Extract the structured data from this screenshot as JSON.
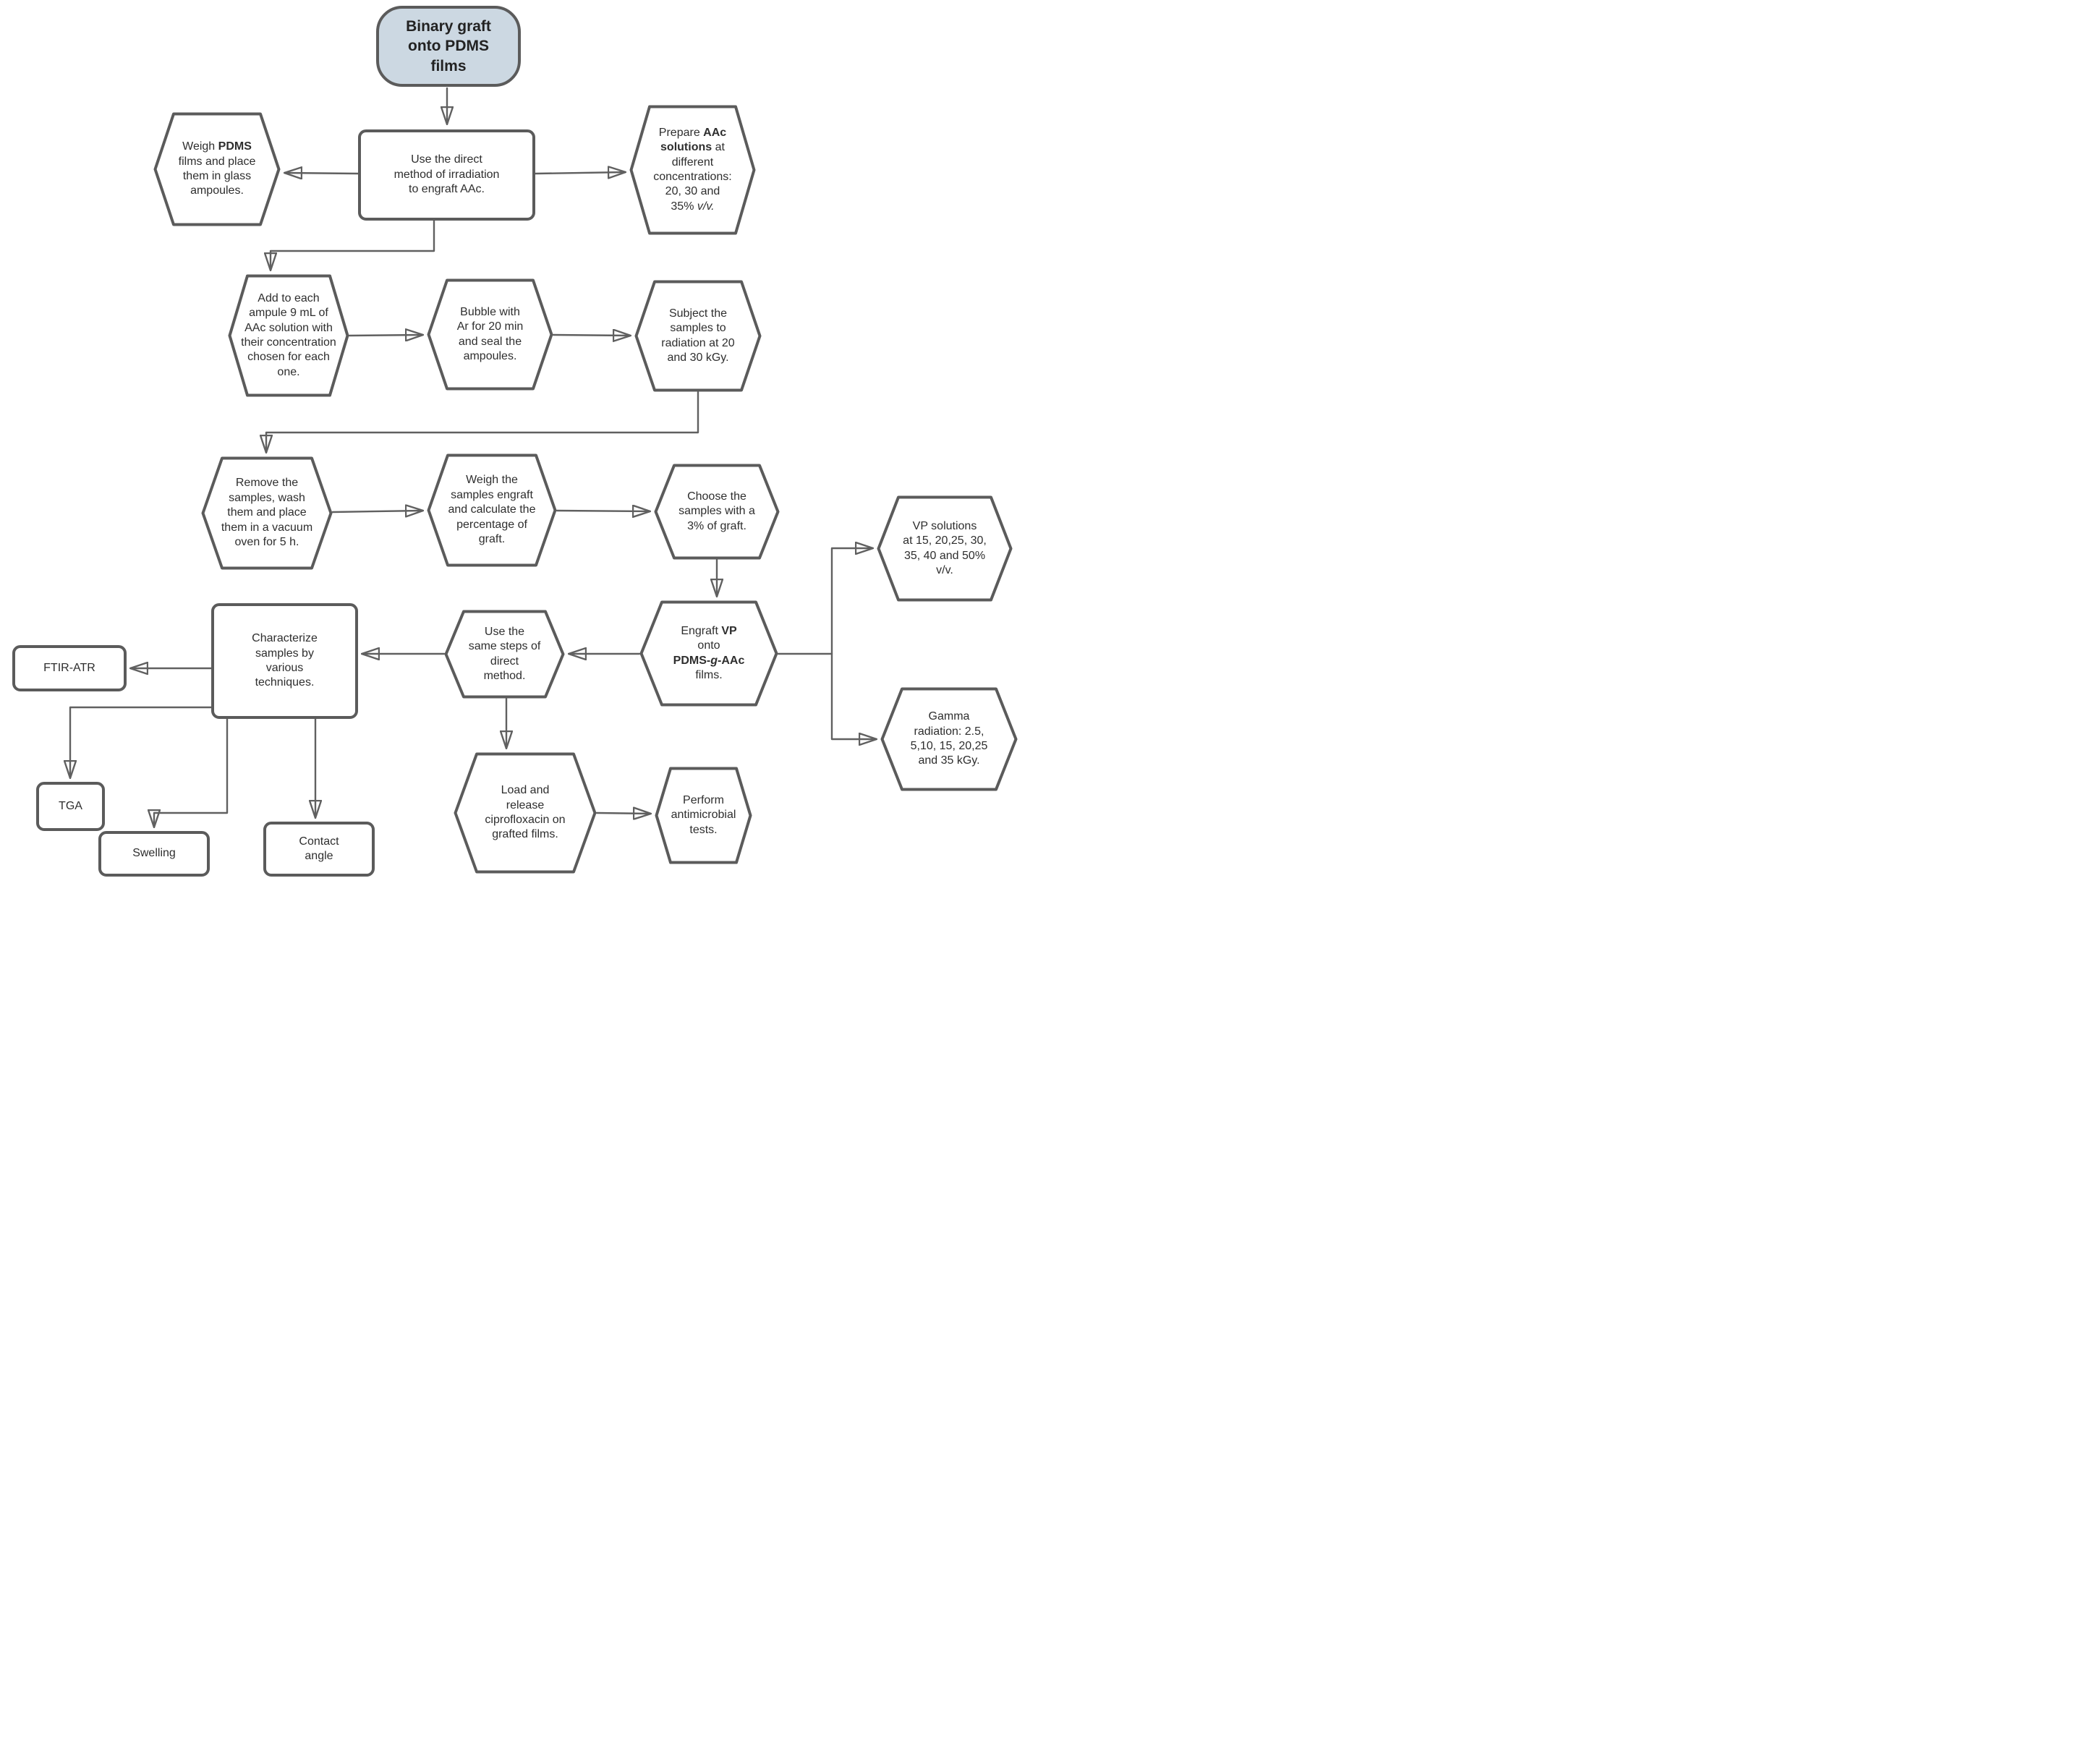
{
  "palette": {
    "node_border": "#5b5b5b",
    "connector": "#606060",
    "text": "#2e2e2e",
    "title_fill": "#ccd8e2",
    "node_fill": "#ffffff",
    "background": "#ffffff"
  },
  "nodes": {
    "title": {
      "text": "Binary graft\nonto PDMS\nfilms"
    },
    "weigh_pdms": {
      "p0": "Weigh ",
      "b0": "PDMS",
      "p1": "\nfilms and place\nthem in glass\nampoules."
    },
    "direct_method": {
      "text": "Use the direct\nmethod of irradiation\nto engraft AAc."
    },
    "prepare_aac": {
      "p0": "Prepare ",
      "b0": "AAc\nsolutions",
      "p1": " at\ndifferent\nconcentrations:\n20, 30 and\n35% ",
      "i0": "v/v."
    },
    "add_ampule": {
      "text": "Add to each\nampule 9 mL of\nAAc solution with\ntheir concentration\nchosen for each\none."
    },
    "bubble": {
      "text": "Bubble with\nAr for 20 min\nand seal the\nampoules."
    },
    "subject": {
      "text": "Subject the\nsamples to\nradiation at 20\nand 30 kGy."
    },
    "remove": {
      "text": "Remove the\nsamples, wash\nthem and place\nthem in a vacuum\noven for 5 h."
    },
    "weigh_samples": {
      "text": "Weigh the\nsamples engraft\nand calculate the\npercentage of\ngraft."
    },
    "choose": {
      "text": "Choose the\nsamples with a\n3% of graft."
    },
    "vp_solutions": {
      "text": "VP solutions\nat 15, 20,25, 30,\n35, 40 and 50%\nv/v."
    },
    "engraft_vp": {
      "p0": "Engraft ",
      "b0": "VP",
      "p1": "\nonto\n",
      "b1": "PDMS-",
      "bi": "g",
      "b2": "-AAc",
      "p2": "\nfilms."
    },
    "same_steps": {
      "text": "Use the\nsame steps of\ndirect\nmethod."
    },
    "characterize": {
      "text": "Characterize\nsamples by\nvarious\ntechniques."
    },
    "ftir": {
      "text": "FTIR-ATR"
    },
    "tga": {
      "text": "TGA"
    },
    "swelling": {
      "text": "Swelling"
    },
    "contact_angle": {
      "text": "Contact\nangle"
    },
    "load_release": {
      "text": "Load and\nrelease\nciprofloxacin on\ngrafted films."
    },
    "perform": {
      "text": "Perform\nantimicrobial\ntests."
    },
    "gamma": {
      "text": "Gamma\nradiation: 2.5,\n5,10, 15, 20,25\nand 35 kGy."
    }
  }
}
